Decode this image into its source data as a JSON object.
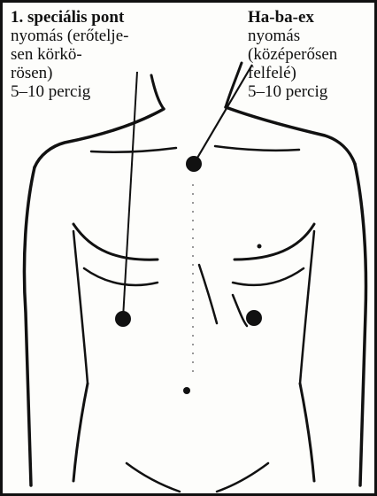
{
  "left_label": {
    "title": "1. speciális pont",
    "lines": [
      "nyomás (erőtelje-",
      "sen körkö-",
      "rösen)",
      "5–10 percig"
    ]
  },
  "right_label": {
    "title": "Ha-ba-ex",
    "lines": [
      "nyomás",
      "(középerősen",
      "felfelé)",
      "5–10 percig"
    ]
  },
  "colors": {
    "ink": "#111111",
    "paper": "#fdfdfb"
  }
}
